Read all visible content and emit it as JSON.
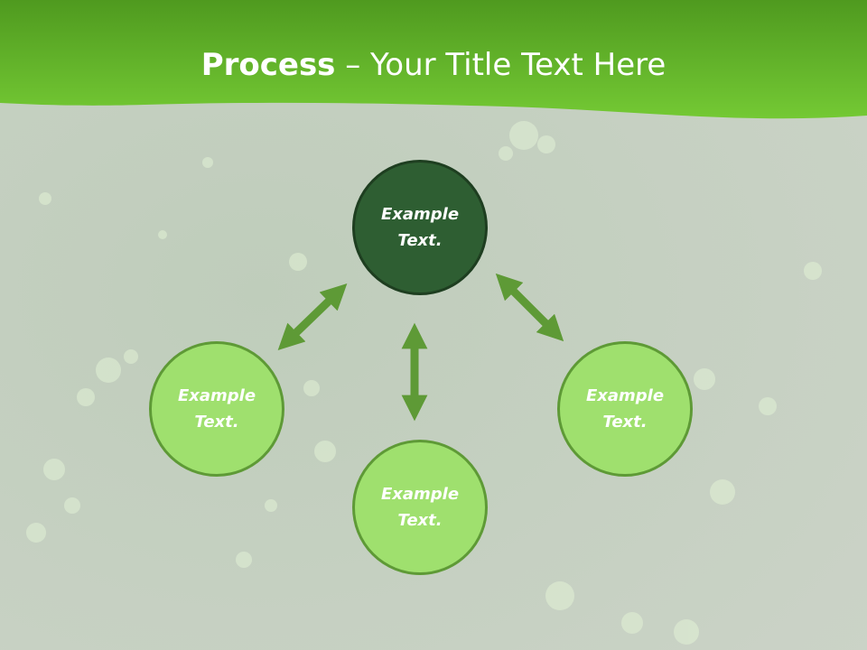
{
  "slide": {
    "title_bold": "Process",
    "title_rest": " – Your Title Text Here"
  },
  "diagram": {
    "nodes": [
      {
        "label": "Example Text."
      },
      {
        "label": "Example Text."
      },
      {
        "label": "Example Text."
      },
      {
        "label": "Example Text."
      }
    ]
  },
  "colors": {
    "header_green": "#6CC42A",
    "header_green_dark": "#4F9A1F",
    "background_gray": "#C8D2C4",
    "center_fill": "#2E5E32",
    "node_fill": "#9FE06E",
    "node_border": "#5E9A36",
    "arrow": "#5E9A36"
  }
}
